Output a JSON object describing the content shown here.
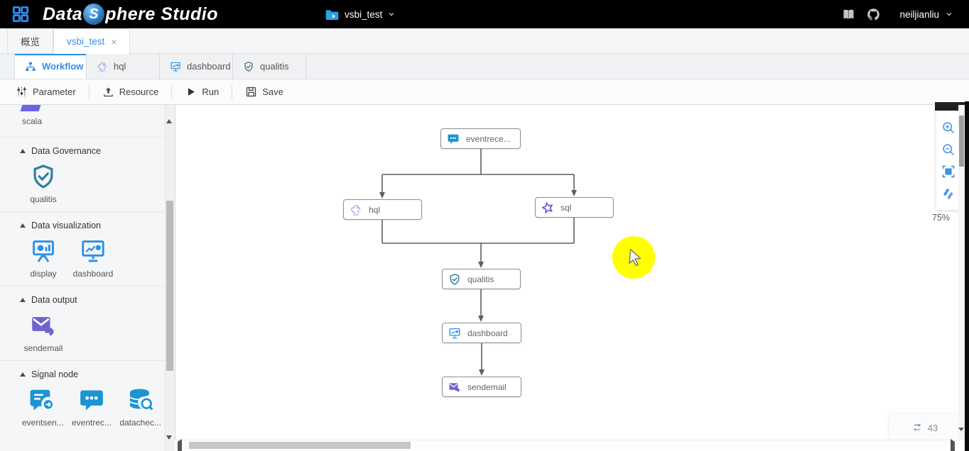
{
  "app": {
    "logo_part1": "Data",
    "logo_sphere": "S",
    "logo_part2": "phere Studio"
  },
  "header": {
    "project_name": "vsbi_test",
    "username": "neiljianliu"
  },
  "primary_tabs": {
    "overview": "概览",
    "active_tab": "vsbi_test",
    "close_glyph": "×"
  },
  "secondary_tabs": {
    "workflow": "Workflow",
    "hql": "hql",
    "dashboard": "dashboard",
    "qualitis": "qualitis"
  },
  "toolbar": {
    "parameter": "Parameter",
    "resource": "Resource",
    "run": "Run",
    "save": "Save"
  },
  "sidebar": {
    "scala_label": "scala",
    "sections": [
      {
        "title": "Data Governance",
        "items": [
          {
            "label": "qualitis",
            "icon": "shield-check"
          }
        ]
      },
      {
        "title": "Data visualization",
        "items": [
          {
            "label": "display",
            "icon": "presentation-chart"
          },
          {
            "label": "dashboard",
            "icon": "monitor-chart"
          }
        ]
      },
      {
        "title": "Data output",
        "items": [
          {
            "label": "sendemail",
            "icon": "mail-send"
          }
        ]
      },
      {
        "title": "Signal node",
        "items": [
          {
            "label": "eventsen...",
            "icon": "bubble-send"
          },
          {
            "label": "eventrec...",
            "icon": "bubble-dots"
          },
          {
            "label": "datachec...",
            "icon": "database-search"
          }
        ]
      }
    ]
  },
  "canvas": {
    "nodes": [
      {
        "label": "eventrece...",
        "icon": "bubble-dots"
      },
      {
        "label": "hql",
        "icon": "hive"
      },
      {
        "label": "sql",
        "icon": "spark-star"
      },
      {
        "label": "qualitis",
        "icon": "shield-check"
      },
      {
        "label": "dashboard",
        "icon": "monitor-chart"
      },
      {
        "label": "sendemail",
        "icon": "mail-send"
      }
    ],
    "zoom_level": "75%",
    "counter": "43"
  },
  "colors": {
    "accent": "#2d8cf0",
    "blue_icon": "#1d94d2",
    "teal_icon": "#2e7f9e",
    "purple_icon": "#7163cf",
    "hive_icon": "#93a0df",
    "spark_icon": "#5b58d6",
    "connector": "#5f5f5f",
    "highlight": "#ffff00"
  }
}
